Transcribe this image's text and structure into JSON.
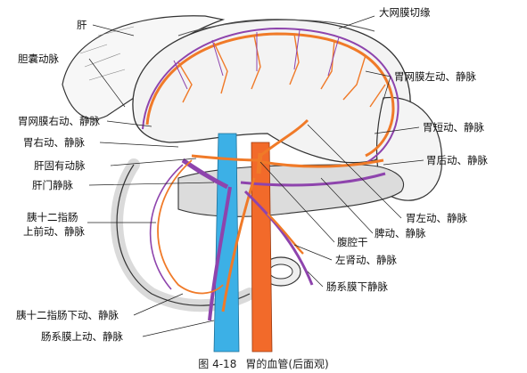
{
  "figure": {
    "number": "图 4-18",
    "title": "胃的血管(后面观)"
  },
  "labels": {
    "liver": "肝",
    "greater_omentum_edge": "大网膜切缘",
    "cystic_artery": "胆囊动脉",
    "right_gastroepiploic": "胃网膜右动、静脉",
    "right_gastric": "胃右动、静脉",
    "proper_hepatic_artery": "肝固有动脉",
    "portal_vein": "肝门静脉",
    "ant_sup_pancreaticoduodenal_1": "胰十二指肠",
    "ant_sup_pancreaticoduodenal_2": "上前动、静脉",
    "inf_pancreaticoduodenal": "胰十二指肠下动、静脉",
    "superior_mesenteric": "肠系膜上动、静脉",
    "left_gastroepiploic": "胃网膜左动、静脉",
    "short_gastric": "胃短动、静脉",
    "posterior_gastric": "胃后动、静脉",
    "left_gastric": "胃左动、静脉",
    "splenic": "脾动、静脉",
    "celiac_trunk": "腹腔干",
    "left_renal": "左肾动、静脉",
    "inferior_mesenteric_vein": "肠系膜下静脉"
  },
  "colors": {
    "artery": "#f07a28",
    "vein": "#8e44ad",
    "ivc": "#3cb0e6",
    "aorta": "#f26a2a",
    "outline": "#333333"
  }
}
